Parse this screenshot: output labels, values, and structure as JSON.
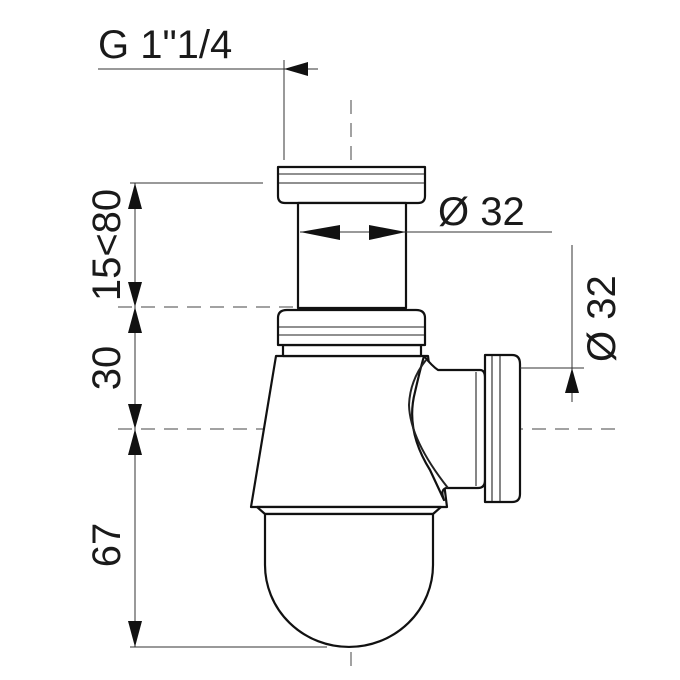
{
  "drawing": {
    "title": "Bottle trap technical drawing",
    "thread_label": "G 1\"1/4",
    "inlet_diameter_label": "Ø 32",
    "outlet_diameter_label": "Ø 32",
    "dimensions": {
      "adjustable_height": "15<80",
      "middle_height": "30",
      "bottom_height": "67"
    },
    "line_color": "#111111",
    "background": "#ffffff"
  }
}
